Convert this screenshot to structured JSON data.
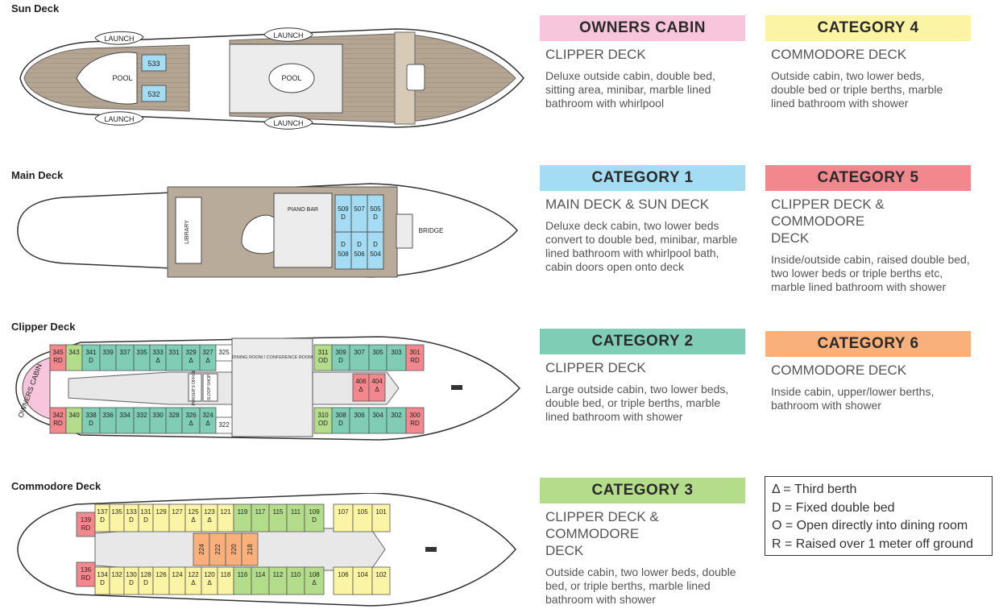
{
  "colors": {
    "owners": "#f8c6dc",
    "cat1": "#a4dcf3",
    "cat2": "#7fcdb4",
    "cat3": "#b3dc8b",
    "cat4": "#fbf4a4",
    "cat5": "#f2888e",
    "cat6": "#f9b07a",
    "deckWood": "#b8ab99",
    "hullStroke": "#333333"
  },
  "decks": {
    "sun": {
      "title": "Sun Deck",
      "labels": {
        "launch1": "LAUNCH",
        "launch2": "LAUNCH",
        "launch3": "LAUNCH",
        "launch4": "LAUNCH",
        "pool1": "POOL",
        "pool2": "POOL"
      },
      "cabins": [
        "533",
        "532"
      ]
    },
    "main": {
      "title": "Main Deck",
      "labels": {
        "bridge": "BRIDGE",
        "library": "LIBRARY",
        "pianoBar": "PIANO BAR",
        "marks": [
          "D",
          "D",
          "D",
          "D",
          "D"
        ]
      },
      "cabinsTop": [
        "509",
        "507",
        "505"
      ],
      "cabinsBottom": [
        "508",
        "506",
        "504"
      ]
    },
    "clipper": {
      "title": "Clipper Deck",
      "owners": "OWNERS CABIN",
      "dining": "DINING ROOM / CONFERENCE ROOM",
      "purser": "PURSER'S OFFICE",
      "shop": "SLOOP SHOP",
      "top": [
        "345",
        "343",
        "341",
        "339",
        "337",
        "335",
        "333",
        "331",
        "329",
        "327",
        "325",
        "311",
        "309",
        "307",
        "305",
        "303",
        "301"
      ],
      "topSub": [
        "RD",
        "",
        "D",
        "",
        "",
        "",
        "Δ",
        "",
        "Δ",
        "Δ",
        "",
        "OD",
        "D",
        "",
        "",
        "",
        "RD"
      ],
      "bottom": [
        "342",
        "340",
        "338",
        "336",
        "334",
        "332",
        "330",
        "328",
        "326",
        "324",
        "322",
        "310",
        "308",
        "306",
        "304",
        "302",
        "300"
      ],
      "bottomSub": [
        "RD",
        "",
        "D",
        "",
        "",
        "",
        "",
        "",
        "Δ",
        "Δ",
        "",
        "OD",
        "D",
        "",
        "",
        "",
        "RD"
      ],
      "inner": [
        "406",
        "404"
      ],
      "innerSub": [
        "Δ",
        "Δ"
      ]
    },
    "commodore": {
      "title": "Commodore Deck",
      "top": [
        "139",
        "137",
        "135",
        "133",
        "131",
        "129",
        "127",
        "125",
        "123",
        "121",
        "119",
        "117",
        "115",
        "111",
        "109",
        "107",
        "105",
        "101"
      ],
      "topSub": [
        "RD",
        "D",
        "",
        "D",
        "D",
        "",
        "",
        "Δ",
        "Δ",
        "",
        "",
        "",
        "",
        "",
        "D",
        "",
        "",
        ""
      ],
      "bottom": [
        "136",
        "134",
        "132",
        "130",
        "128",
        "126",
        "124",
        "122",
        "120",
        "118",
        "116",
        "114",
        "112",
        "110",
        "108",
        "106",
        "104",
        "102"
      ],
      "bottomSub": [
        "RD",
        "D",
        "",
        "D",
        "D",
        "",
        "",
        "Δ",
        "Δ",
        "",
        "",
        "",
        "",
        "",
        "Δ",
        "",
        "",
        ""
      ],
      "inner": [
        "224",
        "222",
        "220",
        "218"
      ]
    }
  },
  "categories": [
    {
      "id": "owners",
      "title": "OWNERS CABIN",
      "deck": "CLIPPER DECK",
      "desc": "Deluxe outside cabin, double bed, sitting area, minibar, marble lined bathroom with whirlpool"
    },
    {
      "id": "cat4",
      "title": "CATEGORY 4",
      "deck": "COMMODORE DECK",
      "desc": "Outside cabin, two lower beds, double bed or triple berths, marble lined bathroom with shower"
    },
    {
      "id": "cat1",
      "title": "CATEGORY 1",
      "deck": "MAIN DECK & SUN DECK",
      "desc": "Deluxe deck cabin, two lower beds convert to double bed, minibar, marble lined bathroom with whirlpool bath, cabin doors open onto deck"
    },
    {
      "id": "cat5",
      "title": "CATEGORY 5",
      "deck": "CLIPPER DECK & COMMODORE DECK",
      "desc": "Inside/outside cabin, raised double bed, two lower beds or triple berths etc, marble lined bathroom with shower"
    },
    {
      "id": "cat2",
      "title": "CATEGORY 2",
      "deck": "CLIPPER DECK",
      "desc": "Large outside cabin, two lower beds, double bed, or triple berths, marble lined bathroom with shower"
    },
    {
      "id": "cat6",
      "title": "CATEGORY 6",
      "deck": "COMMODORE DECK",
      "desc": "Inside cabin, upper/lower berths, bathroom with shower"
    },
    {
      "id": "cat3",
      "title": "CATEGORY 3",
      "deck": "CLIPPER DECK & COMMODORE DECK",
      "desc": "Outside cabin, two lower beds, double bed, or triple berths, marble lined bathroom with shower"
    }
  ],
  "legend": [
    "Δ = Third berth",
    "D = Fixed double bed",
    "O = Open directly into dining room",
    "R = Raised over 1 meter off ground"
  ]
}
